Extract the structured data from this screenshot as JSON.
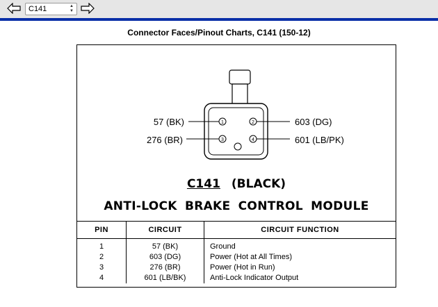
{
  "toolbar": {
    "selected_connector": "C141"
  },
  "page_title": "Connector Faces/Pinout Charts, C141 (150-12)",
  "diagram": {
    "pin_labels": [
      "57 (BK)",
      "603 (DG)",
      "276 (BR)",
      "601 (LB/PK)"
    ],
    "pin_numbers": [
      "1",
      "2",
      "3",
      "4"
    ]
  },
  "caption": {
    "connector": "C141",
    "color": "(BLACK)",
    "module": "ANTI-LOCK BRAKE CONTROL MODULE"
  },
  "table": {
    "headers": [
      "PIN",
      "CIRCUIT",
      "CIRCUIT FUNCTION"
    ],
    "rows": [
      {
        "pin": "1",
        "circuit": "57  (BK)",
        "function": "Ground"
      },
      {
        "pin": "2",
        "circuit": "603  (DG)",
        "function": "Power (Hot at All Times)"
      },
      {
        "pin": "3",
        "circuit": "276  (BR)",
        "function": "Power (Hot in Run)"
      },
      {
        "pin": "4",
        "circuit": "601  (LB/BK)",
        "function": "Anti-Lock Indicator Output"
      }
    ]
  }
}
